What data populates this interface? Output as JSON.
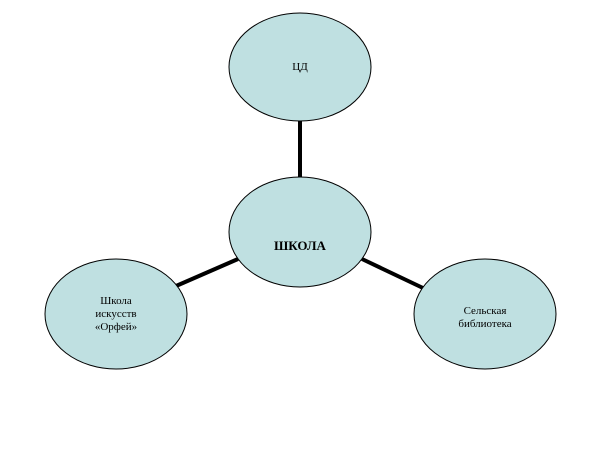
{
  "diagram": {
    "node_fill": "#bfe0e1",
    "stroke_color": "#000000",
    "center": {
      "lines": [
        "ШКОЛА"
      ]
    },
    "top": {
      "lines": [
        "ЦД"
      ]
    },
    "left": {
      "lines": [
        "Школа",
        "искусств",
        "«Орфей»"
      ]
    },
    "right": {
      "lines": [
        "Сельская",
        "библиотека"
      ]
    }
  }
}
